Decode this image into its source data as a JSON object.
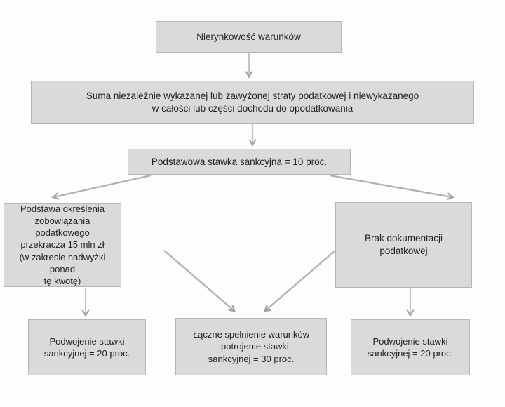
{
  "diagram": {
    "title": "Sankcje podatkowe - schemat stawek",
    "colors": {
      "node_fill": "#d9dadb",
      "node_border": "#b4b6b8",
      "arrow": "#9fa1a3",
      "text": "#231f20",
      "background": "#fdfdfd"
    },
    "nodes": [
      {
        "id": "top",
        "label": "Nierynkowość warunków"
      },
      {
        "id": "sum",
        "label": "Suma niezależnie wykazanej lub zawyżonej straty podatkowej i niewykazanego\nw całości lub części dochodu do opodatkowania"
      },
      {
        "id": "base_rate",
        "label": "Podstawowa stawka sankcyjna = 10 proc."
      },
      {
        "id": "threshold",
        "label": "Podstawa określenia\nzobowiązania podatkowego\nprzekracza 15 mln zł\n(w zakresie nadwyżki ponad\ntę kwotę)"
      },
      {
        "id": "no_docs",
        "label": "Brak dokumentacji\npodatkowej"
      },
      {
        "id": "double_left",
        "label": "Podwojenie stawki\nsankcyjnej = 20 proc."
      },
      {
        "id": "triple",
        "label": "Łączne spełnienie warunków\n– potrojenie stawki\nsankcyjnej = 30 proc."
      },
      {
        "id": "double_right",
        "label": "Podwojenie stawki\nsankcyjnej = 20 proc."
      }
    ],
    "edges": [
      {
        "id": "top-to-sum",
        "from": "top",
        "to": "sum",
        "kind": "vertical-arrow"
      },
      {
        "id": "sum-to-base-rate",
        "from": "sum",
        "to": "base_rate",
        "kind": "vertical-arrow"
      },
      {
        "id": "base-rate-to-threshold",
        "from": "base_rate",
        "to": "threshold",
        "kind": "diagonal-arrow-left"
      },
      {
        "id": "base-rate-to-no-docs",
        "from": "base_rate",
        "to": "no_docs",
        "kind": "diagonal-arrow-right"
      },
      {
        "id": "threshold-to-double-left",
        "from": "threshold",
        "to": "double_left",
        "kind": "vertical-arrow"
      },
      {
        "id": "threshold-to-triple",
        "from": "threshold",
        "to": "triple",
        "kind": "diagonal-arrow-right"
      },
      {
        "id": "no-docs-to-triple",
        "from": "no_docs",
        "to": "triple",
        "kind": "diagonal-arrow-left"
      },
      {
        "id": "no-docs-to-double-right",
        "from": "no_docs",
        "to": "double_right",
        "kind": "vertical-arrow"
      }
    ]
  }
}
